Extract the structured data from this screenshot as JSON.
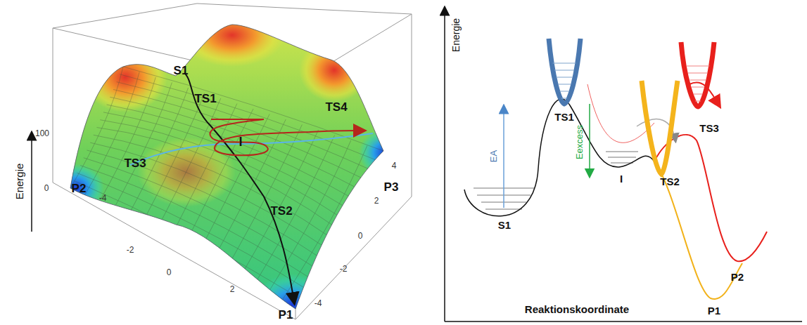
{
  "diagram": {
    "labels": [
      "S1",
      "TS1",
      "TS4",
      "I",
      "TS3",
      "TS2",
      "P3",
      "P2",
      "P1",
      "Energie",
      "100",
      "0",
      "-4",
      "-2",
      "0",
      "2",
      "-4",
      "-2",
      "0",
      "2",
      "4",
      "Energie",
      "EA",
      "TS1",
      "Eexcess",
      "I",
      "TS2",
      "TS3",
      "S1",
      "P2",
      "P1",
      "Reaktionskoordinate"
    ]
  }
}
